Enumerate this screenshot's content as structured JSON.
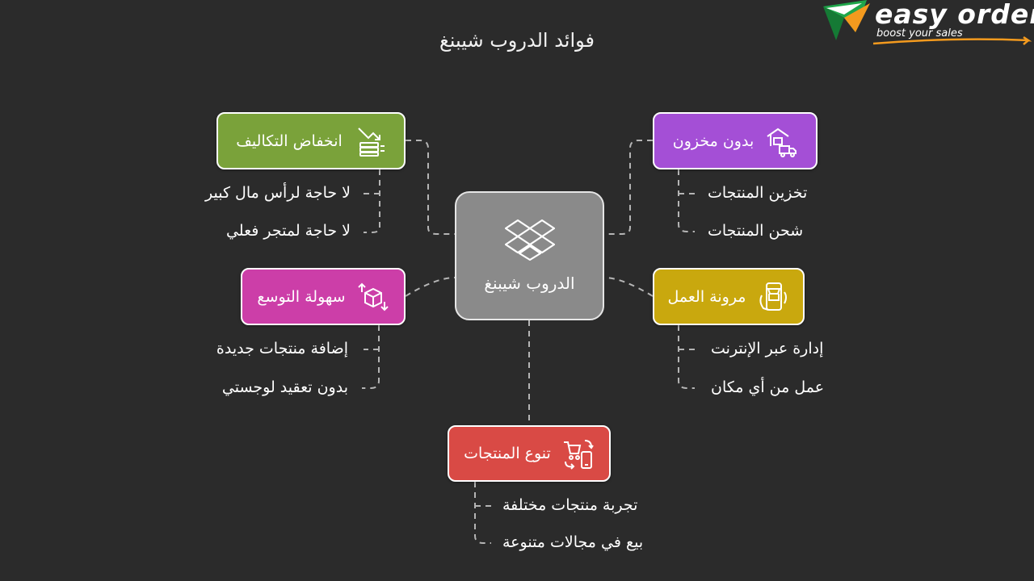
{
  "title": "فوائد الدروب شيبنغ",
  "logo": {
    "brand": "easy orders",
    "tagline": "boost your sales"
  },
  "center": {
    "label": "الدروب شيبنغ",
    "icon": "dropbox-icon"
  },
  "nodes": [
    {
      "id": "costs",
      "label": "انخفاض التكاليف",
      "color": "#7aa23a",
      "icon": "cost-down-icon",
      "items": [
        "لا حاجة لرأس مال كبير",
        "لا حاجة لمتجر فعلي"
      ]
    },
    {
      "id": "warehouse",
      "label": "بدون مخزون",
      "color": "#a44fd6",
      "icon": "warehouse-delivery-icon",
      "items": [
        "تخزين المنتجات",
        "شحن المنتجات"
      ]
    },
    {
      "id": "scaling",
      "label": "سهولة التوسع",
      "color": "#cc3ea8",
      "icon": "scale-boxes-icon",
      "items": [
        "إضافة منتجات جديدة",
        "بدون تعقيد لوجستي"
      ]
    },
    {
      "id": "flexibility",
      "label": "مرونة العمل",
      "color": "#c9a80e",
      "icon": "mobile-shop-icon",
      "items": [
        "إدارة عبر الإنترنت",
        "عمل من أي مكان"
      ]
    },
    {
      "id": "variety",
      "label": "تنوع المنتجات",
      "color": "#d94a45",
      "icon": "cart-phone-icon",
      "items": [
        "تجربة منتجات مختلفة",
        "بيع في مجالات متنوعة"
      ]
    }
  ]
}
